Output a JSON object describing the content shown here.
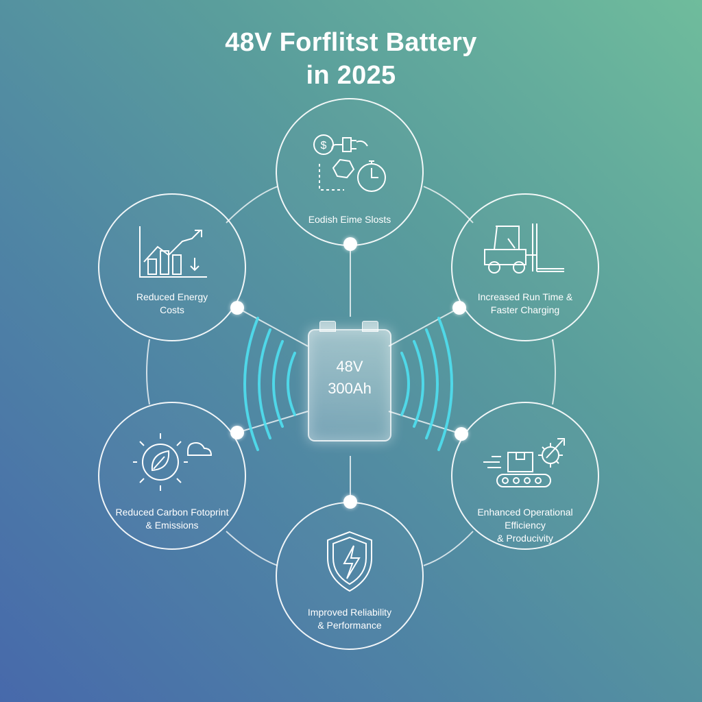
{
  "title": {
    "line1": "48V Forflitst Battery",
    "line2": "in 2025"
  },
  "center": {
    "voltage": "48V",
    "capacity": "300Ah"
  },
  "benefits": {
    "top": {
      "line1": "Eodish Eime Slosts",
      "line2": "",
      "icon": "cost-time-icon"
    },
    "top_left": {
      "line1": "Reduced Energy",
      "line2": "Costs",
      "icon": "bar-chart-trend-icon"
    },
    "top_right": {
      "line1": "Increased Run Time &",
      "line2": "Faster Charging",
      "icon": "forklift-icon"
    },
    "bottom_left": {
      "line1": "Reduced Carbon Fotoprint",
      "line2": "& Emissions",
      "icon": "gear-leaf-cloud-icon"
    },
    "bottom_right": {
      "line1": "Enhanced Operational Efficiency",
      "line2": "& Producivity",
      "icon": "conveyor-gear-icon"
    },
    "bottom": {
      "line1": "Improved Reliability",
      "line2": "& Performance",
      "icon": "shield-lightning-icon"
    }
  },
  "colors": {
    "wave": "#4fe0f0",
    "line": "#ffffff"
  }
}
